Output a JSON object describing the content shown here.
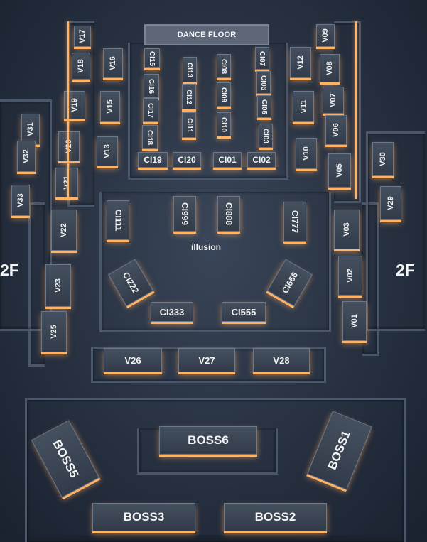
{
  "stage": "DANCE FLOOR",
  "illusion": "illusion",
  "floor2_left": "2F",
  "floor2_right": "2F",
  "accent_glow": "#ffb366",
  "booths": {
    "V17": "V17",
    "V16": "V16",
    "V18": "V18",
    "V15": "V15",
    "V19": "V19",
    "V13": "V13",
    "V20": "V20",
    "V21": "V21",
    "V22": "V22",
    "V23": "V23",
    "V25": "V25",
    "V31": "V31",
    "V32": "V32",
    "V33": "V33",
    "V09": "V09",
    "V12": "V12",
    "V08": "V08",
    "V07": "V07",
    "V11": "V11",
    "V06": "V06",
    "V10": "V10",
    "V05": "V05",
    "V30": "V30",
    "V29": "V29",
    "V03": "V03",
    "V02": "V02",
    "V01": "V01",
    "V26": "V26",
    "V27": "V27",
    "V28": "V28",
    "CI15": "CI15",
    "CI16": "CI16",
    "CI17": "CI17",
    "CI18": "CI18",
    "CI13": "CI13",
    "CI12": "CI12",
    "CI11": "CI11",
    "CI08": "CI08",
    "CI09": "CI09",
    "CI10": "CI10",
    "CI07": "CI07",
    "CI06": "CI06",
    "CI05": "CI05",
    "CI03": "CI03",
    "CI19": "CI19",
    "CI20": "CI20",
    "CI01": "CI01",
    "CI02": "CI02",
    "CI111": "CI111",
    "CI999": "CI999",
    "CI888": "CI888",
    "CI777": "CI777",
    "CI222": "CI222",
    "CI666": "CI666",
    "CI333": "CI333",
    "CI555": "CI555",
    "BOSS5": "BOSS5",
    "BOSS6": "BOSS6",
    "BOSS1": "BOSS1",
    "BOSS3": "BOSS3",
    "BOSS2": "BOSS2"
  }
}
